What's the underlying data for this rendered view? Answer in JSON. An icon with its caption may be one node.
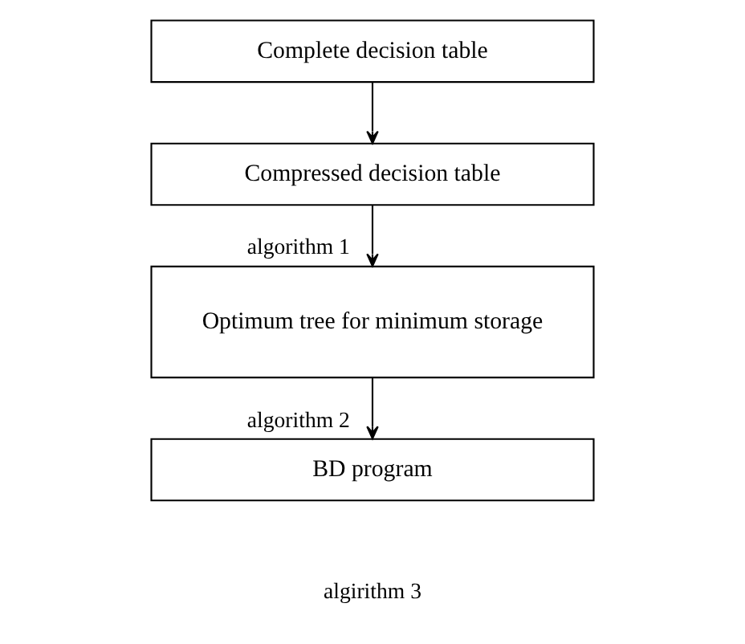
{
  "diagram": {
    "nodes": [
      {
        "text": [
          "Complete decision table"
        ]
      },
      {
        "text": [
          "Compressed decision table"
        ]
      },
      {
        "text": [
          "Optimum tree for minimum storage"
        ]
      },
      {
        "text": [
          "BD program"
        ]
      }
    ],
    "edges": [
      {
        "from": 0,
        "to": 1,
        "arrow": "to"
      },
      {
        "from": 1,
        "to": 2,
        "arrow": "to",
        "label": "algorithm 1"
      },
      {
        "from": 2,
        "to": 3,
        "arrow": "to",
        "label": "algorithm 2"
      }
    ],
    "labels": [
      "algirithm 3"
    ]
  }
}
